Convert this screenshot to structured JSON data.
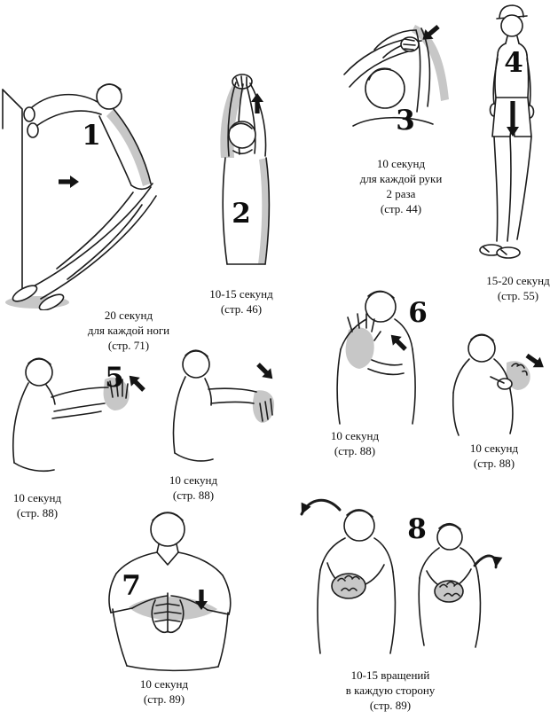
{
  "colors": {
    "ink": "#1c1c1c",
    "paper": "#ffffff",
    "shade": "#c7c7c7"
  },
  "exercises": [
    {
      "number": "1",
      "captions": [
        {
          "lines": [
            "20 секунд",
            "для каждой ноги",
            "(стр. 71)"
          ]
        }
      ]
    },
    {
      "number": "2",
      "captions": [
        {
          "lines": [
            "10-15 секунд",
            "(стр. 46)"
          ]
        }
      ]
    },
    {
      "number": "3",
      "captions": [
        {
          "lines": [
            "10 секунд",
            "для каждой руки",
            "2 раза",
            "(стр. 44)"
          ]
        }
      ]
    },
    {
      "number": "4",
      "captions": [
        {
          "lines": [
            "15-20 секунд",
            "(стр. 55)"
          ]
        }
      ]
    },
    {
      "number": "5",
      "captions": [
        {
          "lines": [
            "10 секунд",
            "(стр. 88)"
          ]
        },
        {
          "lines": [
            "10 секунд",
            "(стр. 88)"
          ]
        }
      ]
    },
    {
      "number": "6",
      "captions": [
        {
          "lines": [
            "10 секунд",
            "(стр. 88)"
          ]
        },
        {
          "lines": [
            "10 секунд",
            "(стр. 88)"
          ]
        }
      ]
    },
    {
      "number": "7",
      "captions": [
        {
          "lines": [
            "10 секунд",
            "(стр. 89)"
          ]
        }
      ]
    },
    {
      "number": "8",
      "captions": [
        {
          "lines": [
            "10-15 вращений",
            "в каждую сторону",
            "(стр. 89)"
          ]
        }
      ]
    }
  ]
}
